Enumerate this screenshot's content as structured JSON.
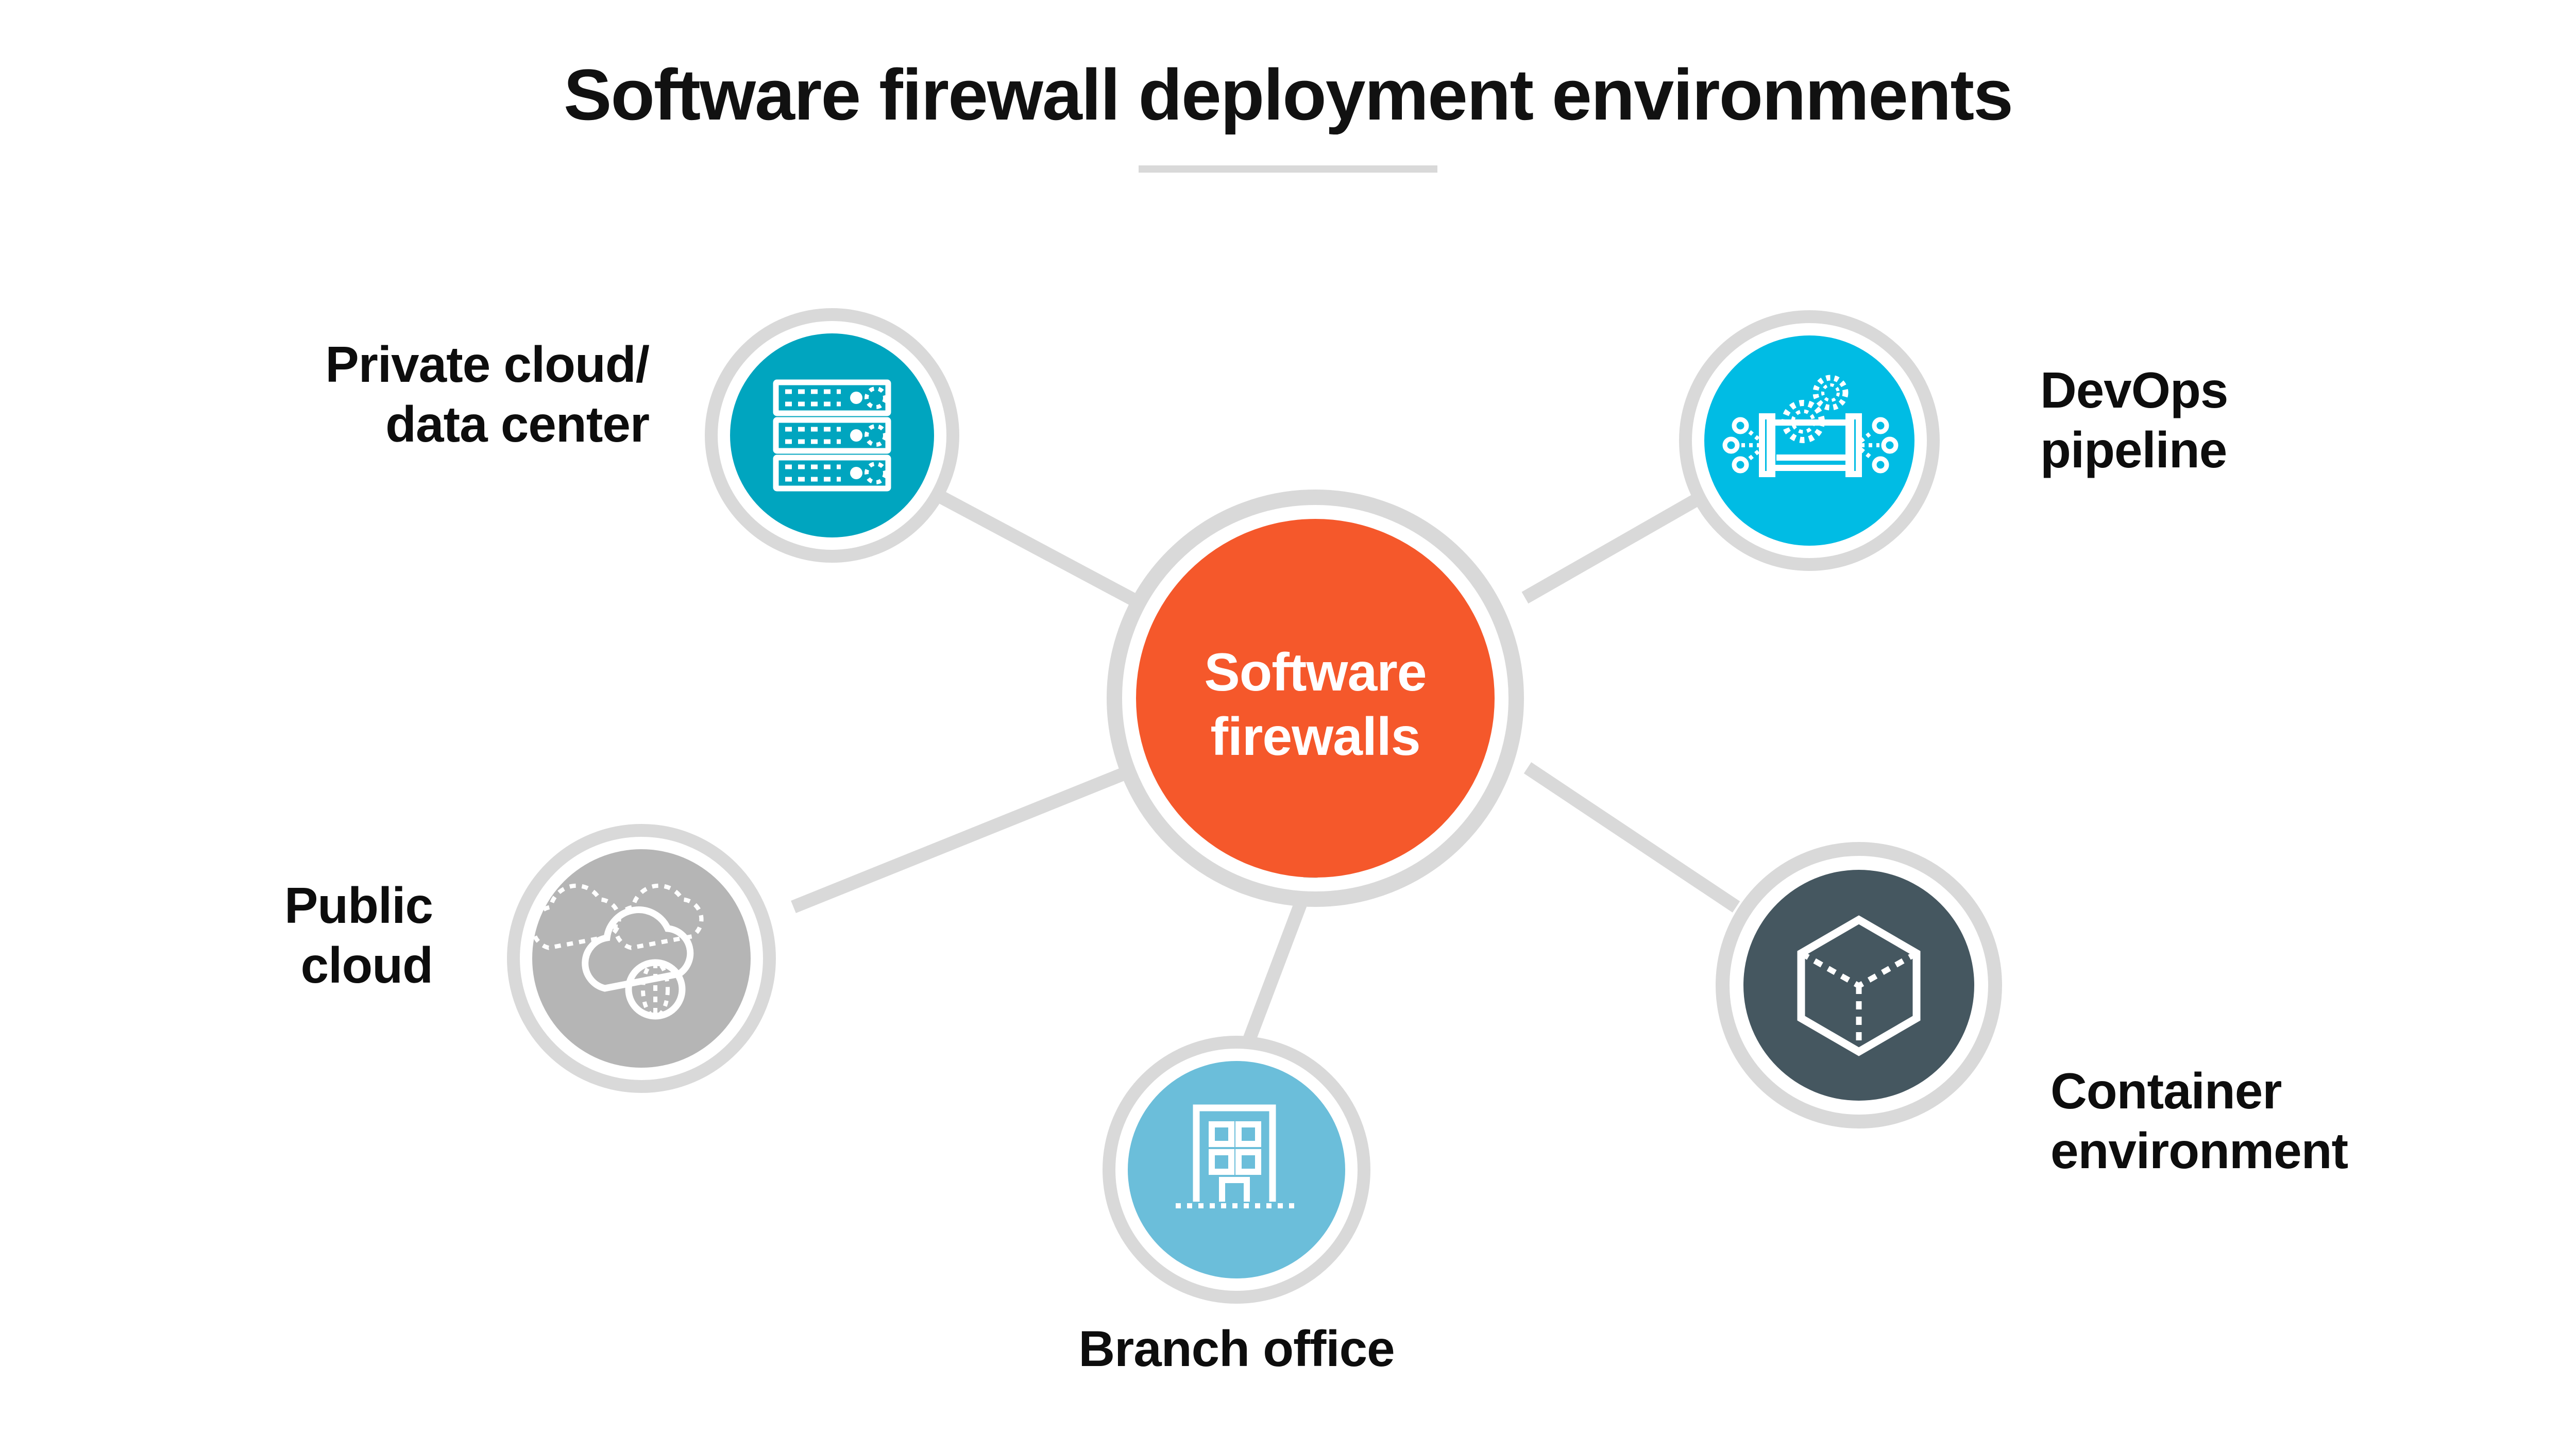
{
  "header": {
    "title": "Software firewall deployment environments",
    "divider_color": "#d9d9d9"
  },
  "hub": {
    "label_line1": "Software",
    "label_line2": "firewalls",
    "fill_color": "#f5582b",
    "ring_color": "#d9d9d9",
    "text_color": "#ffffff"
  },
  "colors": {
    "background": "#ffffff",
    "connector": "#d9d9d9",
    "ring": "#d9d9d9",
    "label_text": "#0d0d0d",
    "icon_stroke": "#ffffff"
  },
  "nodes": [
    {
      "id": "private-cloud-data-center",
      "label": "Private cloud/\ndata center",
      "icon": "server-rack-icon",
      "fill_color": "#00a5bf",
      "label_align": "right"
    },
    {
      "id": "devops-pipeline",
      "label": "DevOps\npipeline",
      "icon": "pipeline-gears-icon",
      "fill_color": "#00bce4",
      "label_align": "left"
    },
    {
      "id": "public-cloud",
      "label": "Public\ncloud",
      "icon": "cloud-globe-icon",
      "fill_color": "#b5b5b5",
      "label_align": "right"
    },
    {
      "id": "container-environment",
      "label": "Container\nenvironment",
      "icon": "cube-icon",
      "fill_color": "#455760",
      "label_align": "left"
    },
    {
      "id": "branch-office",
      "label": "Branch office",
      "icon": "office-building-icon",
      "fill_color": "#6bbeda",
      "label_align": "center"
    }
  ]
}
